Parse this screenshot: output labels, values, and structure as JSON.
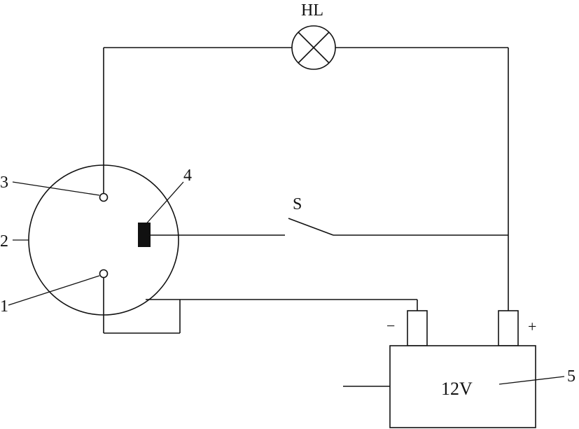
{
  "labels": {
    "lamp": "HL",
    "switch": "S",
    "terminal_3": "3",
    "body_2": "2",
    "terminal_1": "1",
    "contact_4": "4",
    "battery_5": "5",
    "battery_voltage": "12V",
    "negative": "−",
    "positive": "+"
  }
}
